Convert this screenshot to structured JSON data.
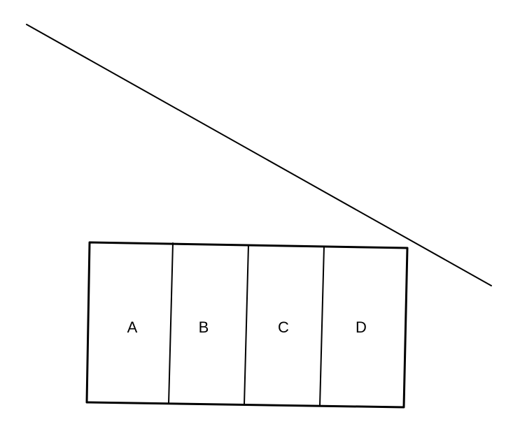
{
  "diagram": {
    "compartments": [
      {
        "label": "A"
      },
      {
        "label": "B"
      },
      {
        "label": "C"
      },
      {
        "label": "D"
      }
    ]
  }
}
